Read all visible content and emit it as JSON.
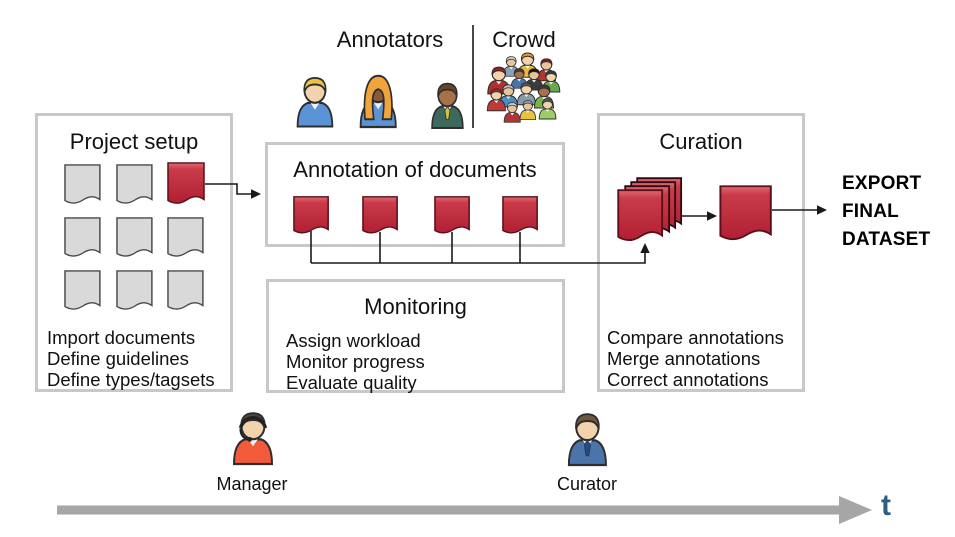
{
  "header": {
    "annotators_label": "Annotators",
    "crowd_label": "Crowd"
  },
  "stages": {
    "project_setup": {
      "title": "Project setup",
      "tasks": [
        "Import documents",
        "Define guidelines",
        "Define types/tagsets"
      ]
    },
    "annotation": {
      "title": "Annotation of documents"
    },
    "monitoring": {
      "title": "Monitoring",
      "tasks": [
        "Assign workload",
        "Monitor progress",
        "Evaluate quality"
      ]
    },
    "curation": {
      "title": "Curation",
      "tasks": [
        "Compare annotations",
        "Merge annotations",
        "Correct annotations"
      ]
    }
  },
  "output": {
    "export_lines": [
      "EXPORT",
      "FINAL",
      "DATASET"
    ]
  },
  "roles": {
    "manager_label": "Manager",
    "curator_label": "Curator"
  },
  "timeline": {
    "axis_label": "t"
  },
  "colors": {
    "document_red": "#c0313f",
    "document_gray": "#d9d9d9",
    "box_border": "#c8c8c8",
    "time_arrow_gray": "#a6a6a6",
    "time_label_blue": "#2d5f82"
  }
}
